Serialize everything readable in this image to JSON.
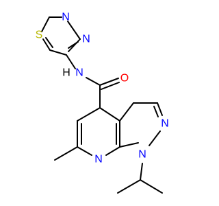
{
  "colors": {
    "bond": "#000000",
    "nitrogen": "#0000ff",
    "oxygen": "#ff0000",
    "sulfur": "#b8b800"
  },
  "atoms": {
    "S1": "S",
    "N_thd_a": "N",
    "N_thd_b": "N",
    "NH": "N",
    "H": "H",
    "O": "O",
    "N_pyr2": "N",
    "N_pyridine": "N",
    "N_pyr1": "N"
  }
}
